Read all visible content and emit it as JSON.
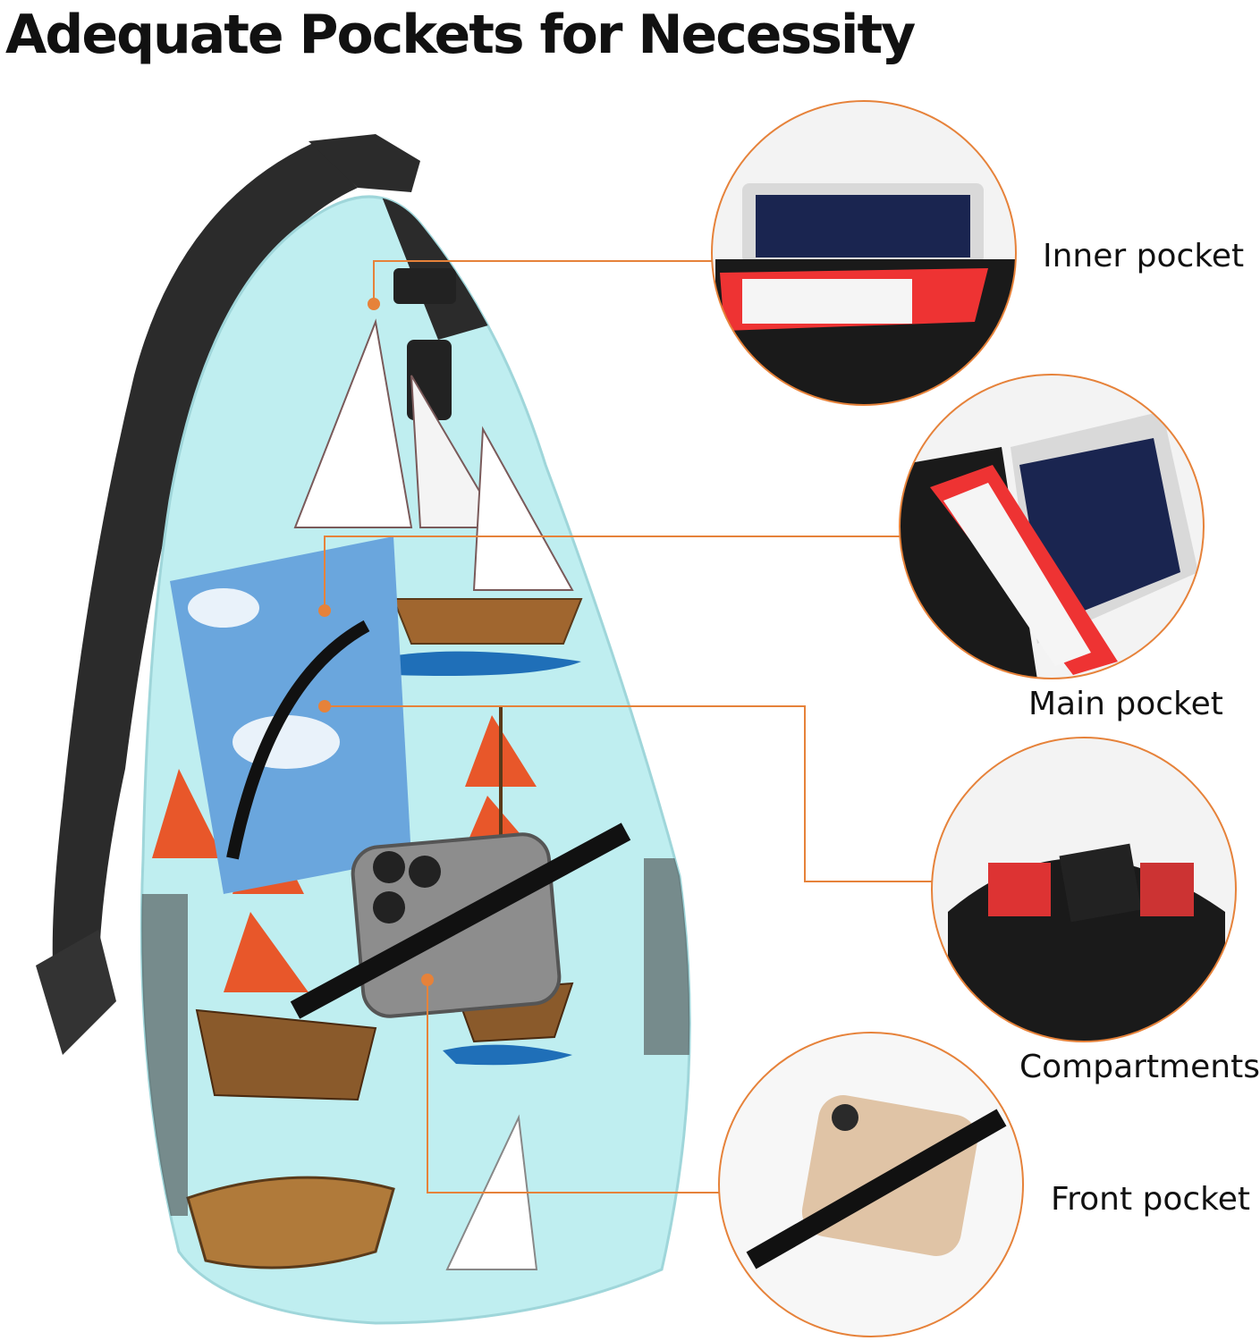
{
  "title": "Adequate Pockets for Necessity",
  "callouts": [
    {
      "label": "Inner pocket"
    },
    {
      "label": "Main pocket"
    },
    {
      "label": "Compartments"
    },
    {
      "label": "Front pocket"
    }
  ],
  "colors": {
    "accent": "#e6823a",
    "bag_background": "#bfeef0",
    "strap": "#2b2b2b",
    "sail_orange": "#e8572a",
    "hull_brown": "#8a5a2b"
  }
}
